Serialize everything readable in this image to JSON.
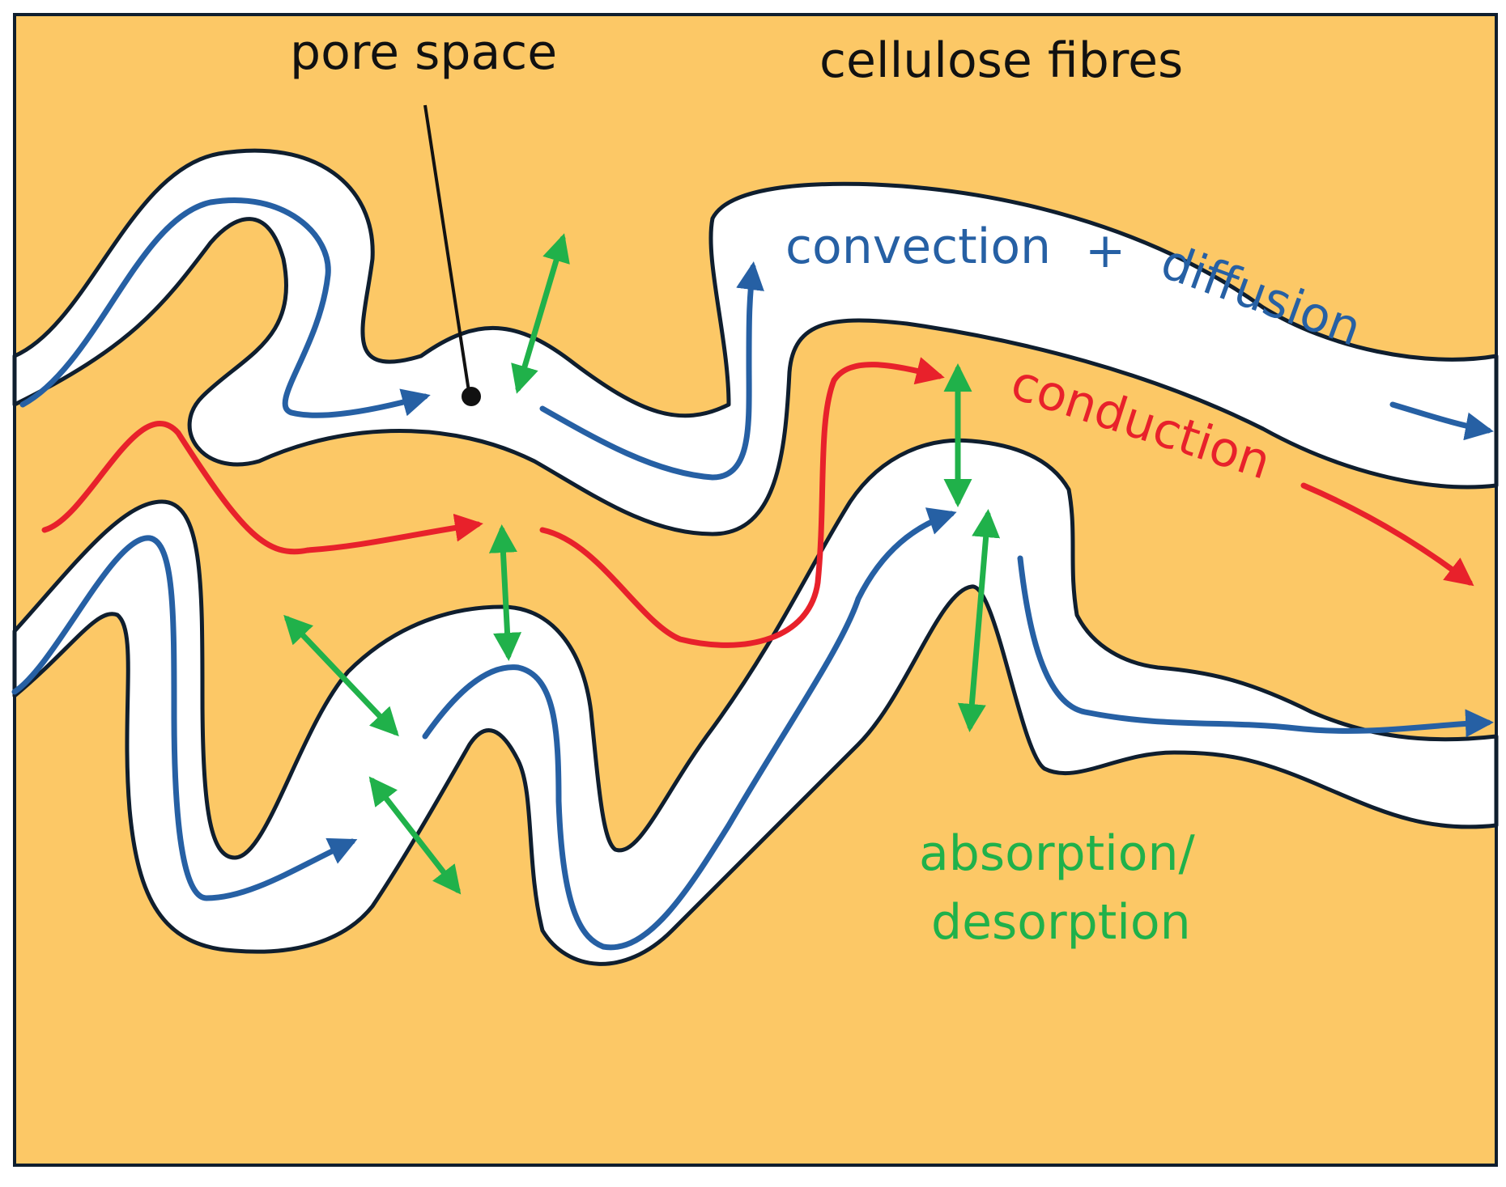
{
  "labels": {
    "pore_space": "pore space",
    "cellulose_fibres": "cellulose fibres",
    "convection": "convection",
    "plus": "+",
    "diffusion": "diffusion",
    "conduction": "conduction",
    "absorption": "absorption/",
    "desorption": "desorption"
  },
  "colors": {
    "fibre": "#FCC866",
    "pore": "#FFFFFF",
    "outline": "#0F1E2E",
    "convection_diffusion": "#2660A4",
    "conduction": "#E8212B",
    "absorption_desorption": "#20B14A"
  }
}
